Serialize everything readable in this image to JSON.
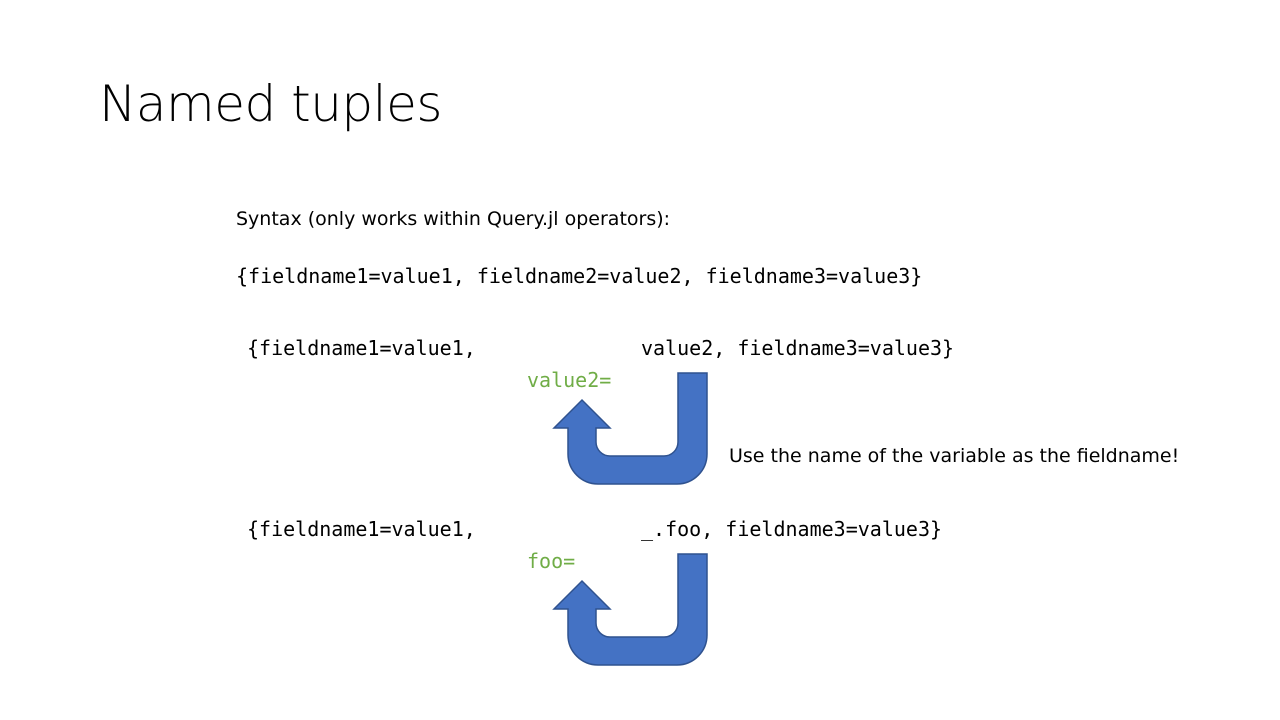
{
  "slide": {
    "title": "Named tuples",
    "syntax_label": "Syntax (only works within Query.jl operators):",
    "syntax_line": "{fieldname1=value1, fieldname2=value2, fieldname3=value3}",
    "example1": {
      "left_part": "{fieldname1=value1,",
      "right_part": "value2, fieldname3=value3}",
      "inserted": "value2="
    },
    "note": "Use the name of the variable as the fieldname!",
    "example2": {
      "left_part": "{fieldname1=value1,",
      "right_part": "_.foo, fieldname3=value3}",
      "inserted": "foo="
    }
  },
  "colors": {
    "green": "#70ad47",
    "arrow_fill": "#4472c4",
    "arrow_stroke": "#2f528f"
  },
  "icons": {
    "arrow1": "u-turn-up-arrow-icon",
    "arrow2": "u-turn-up-arrow-icon"
  }
}
